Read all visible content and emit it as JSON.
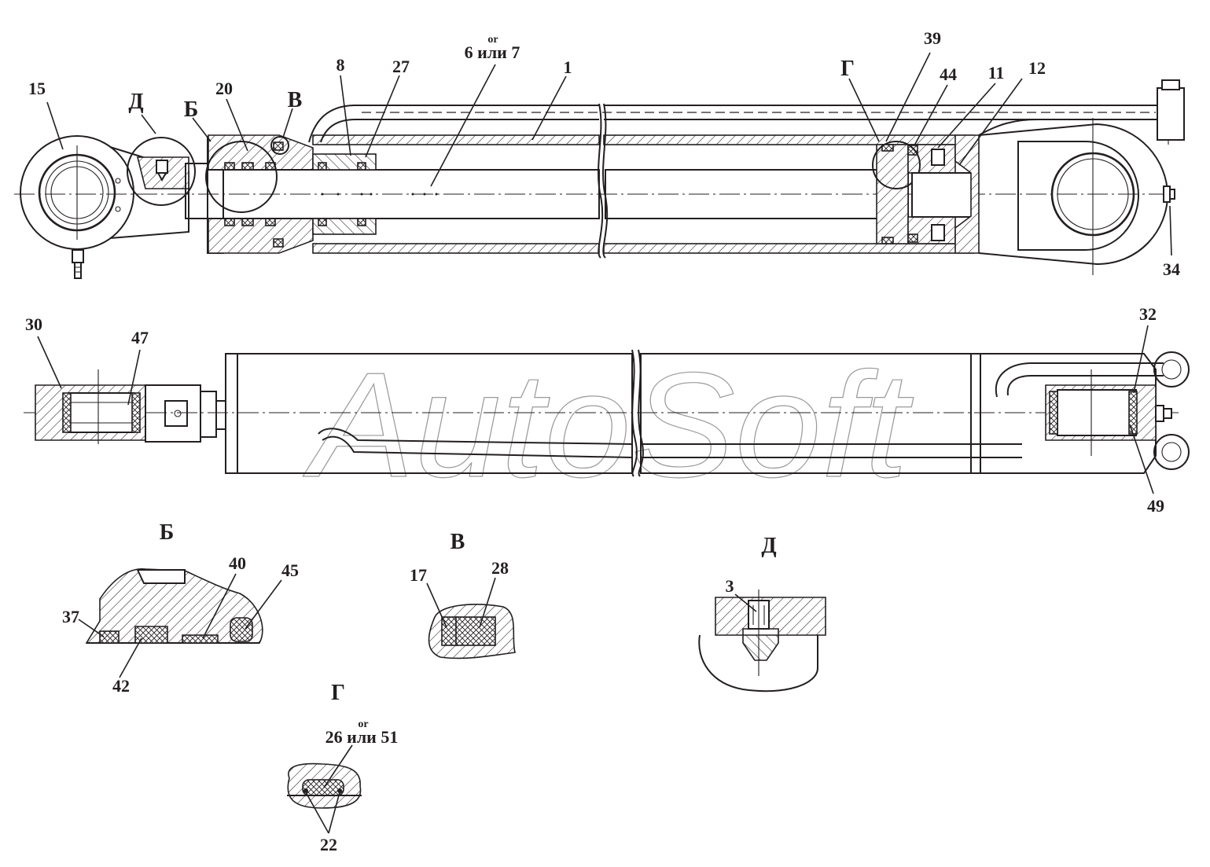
{
  "watermark": "AutoSoft",
  "main_view": {
    "callouts": [
      "15",
      "Д",
      "Б",
      "20",
      "В",
      "8",
      "27",
      "1",
      "Г",
      "39",
      "44",
      "11",
      "12",
      "34"
    ],
    "callout_67": {
      "note": "or",
      "label": "6 или 7"
    }
  },
  "top_view": {
    "callouts": [
      "30",
      "47",
      "32",
      "49"
    ]
  },
  "details": {
    "b": {
      "title": "Б",
      "callouts": [
        "37",
        "40",
        "45",
        "42"
      ]
    },
    "v": {
      "title": "В",
      "callouts": [
        "17",
        "28"
      ]
    },
    "d": {
      "title": "Д",
      "callouts": [
        "3"
      ]
    },
    "g": {
      "title": "Г",
      "note": "or",
      "label": "26 или 51",
      "callout": "22"
    }
  }
}
